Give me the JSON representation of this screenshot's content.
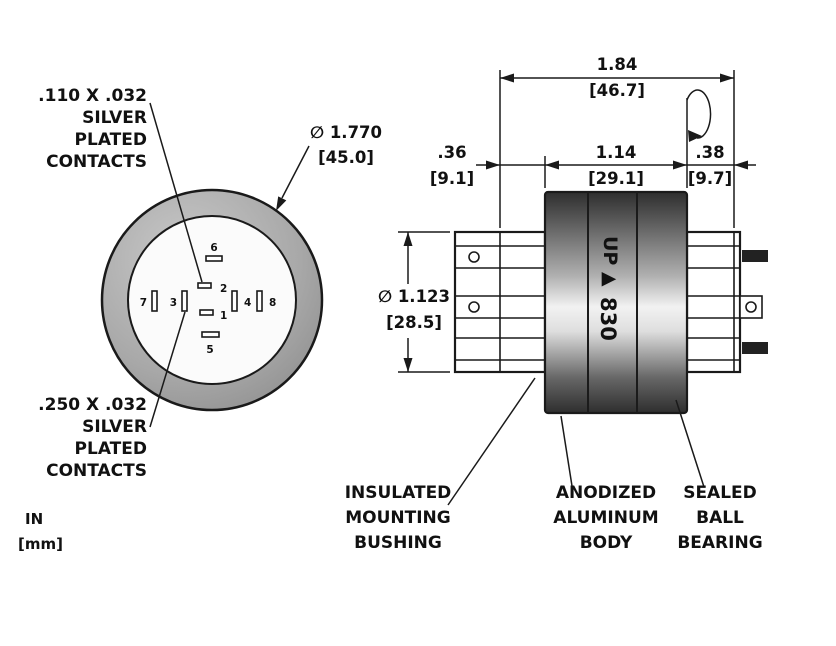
{
  "colors": {
    "line": "#1a1a1a",
    "ring_fill": "#a8a8a8",
    "face_fill": "#fbfbfb",
    "body_dark": "#2e2e2e",
    "body_highlight": "#f2f2f2"
  },
  "units_note": {
    "inches": "IN",
    "millimeters": "[mm]"
  },
  "front_view": {
    "outer_diameter": {
      "inches": "∅ 1.770",
      "mm": "[45.0]"
    },
    "small_contacts_label": [
      ".110 X .032",
      "SILVER",
      "PLATED",
      "CONTACTS"
    ],
    "large_contacts_label": [
      ".250 X .032",
      "SILVER",
      "PLATED",
      "CONTACTS"
    ],
    "pins": [
      "1",
      "2",
      "3",
      "4",
      "5",
      "6",
      "7",
      "8"
    ]
  },
  "side_view": {
    "overall_width": {
      "inches": "1.84",
      "mm": "[46.7]"
    },
    "bushing_width": {
      "inches": ".36",
      "mm": "[9.1]"
    },
    "body_width": {
      "inches": "1.14",
      "mm": "[29.1]"
    },
    "bearing_width": {
      "inches": ".38",
      "mm": "[9.7]"
    },
    "housing_diameter": {
      "inches": "∅ 1.123",
      "mm": "[28.5]"
    },
    "body_marking_up": "UP ▲",
    "body_marking_model": "830",
    "bushing_label": [
      "INSULATED",
      "MOUNTING",
      "BUSHING"
    ],
    "body_label": [
      "ANODIZED",
      "ALUMINUM",
      "BODY"
    ],
    "bearing_label": [
      "SEALED",
      "BALL",
      "BEARING"
    ]
  }
}
